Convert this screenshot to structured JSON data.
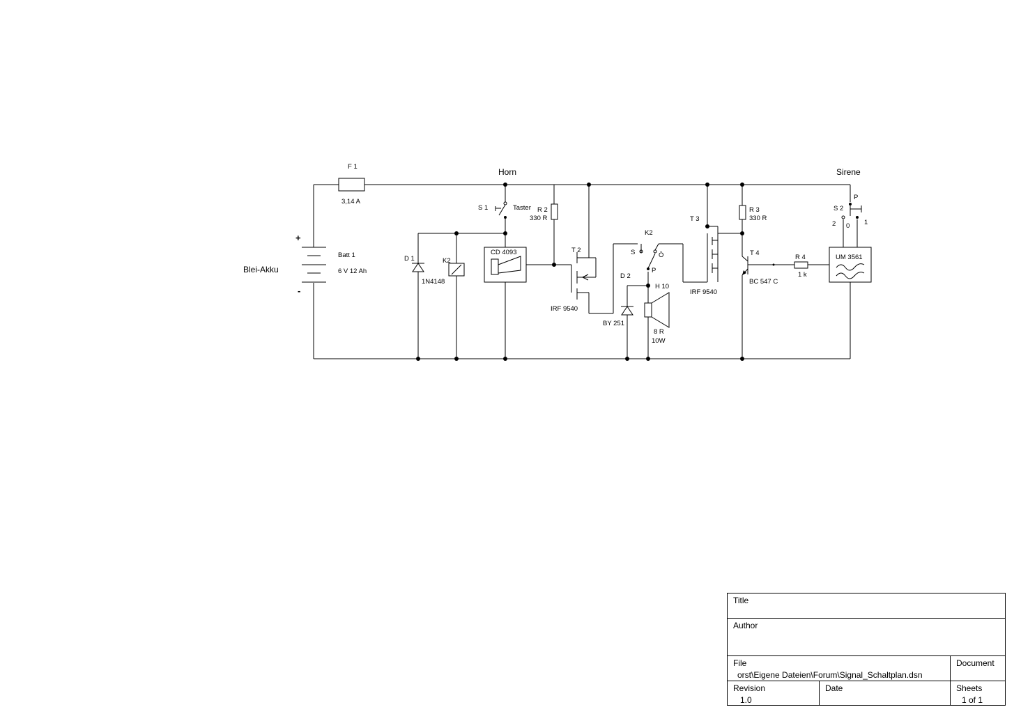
{
  "labels": {
    "fuse_name": "F 1",
    "fuse_value": "3,14 A",
    "horn": "Horn",
    "sirene": "Sirene",
    "battery_plus": "+",
    "battery_minus": "-",
    "battery_title": "Blei-Akku",
    "battery_name": "Batt 1",
    "battery_value": "6 V   12 Ah",
    "s1_name": "S 1",
    "s1_type": "Taster",
    "r2_name": "R 2",
    "r2_value": "330 R",
    "d1_name": "D 1",
    "d1_value": "1N4148",
    "k2_relay_name": "K2",
    "ic_cd": "CD 4093",
    "t2_name": "T 2",
    "t2_type": "IRF 9540",
    "k2_switch_name": "K2",
    "k2_s": "S",
    "k2_o": "Ö",
    "k2_p": "P",
    "d2_name": "D 2",
    "d2_value": "BY 251",
    "h10_name": "H 10",
    "h10_imp": "8 R",
    "h10_power": "10W",
    "t3_name": "T 3",
    "t3_type": "IRF 9540",
    "r3_name": "R 3",
    "r3_value": "330 R",
    "t4_name": "T 4",
    "t4_type": "BC 547 C",
    "r4_name": "R 4",
    "r4_value": "1 k",
    "s2_name": "S 2",
    "s2_p": "P",
    "s2_2": "2",
    "s2_0": "0",
    "s2_1": "1",
    "ic_um": "UM 3561"
  },
  "title_block": {
    "title_label": "Title",
    "title_value": "",
    "author_label": "Author",
    "author_value": "",
    "file_label": "File",
    "file_value": "orst\\Eigene Dateien\\Forum\\Signal_Schaltplan.dsn",
    "document_label": "Document",
    "revision_label": "Revision",
    "revision_value": "1.0",
    "date_label": "Date",
    "sheets_label": "Sheets",
    "sheets_value": "1 of 1"
  }
}
